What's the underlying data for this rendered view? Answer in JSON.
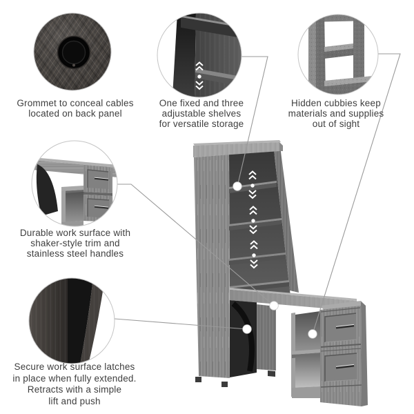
{
  "title": "Desk and bookcase feature callout diagram",
  "palette": {
    "background": "#ffffff",
    "text": "#3e3e3e",
    "leader_line": "#9a9a9a",
    "callout_dot": "#ffffff",
    "circle_border": "#c4c4c4",
    "wood_light": "#a6a6a6",
    "wood_mid": "#8a8a8a",
    "wood_dark": "#757575",
    "interior_dark": "#3b3b3b",
    "grommet_black": "#0b0b0b"
  },
  "icons": {
    "adjustable_shelf_indicator": "chevrons-up-dot-chevrons-down",
    "grommet": "black-circle"
  },
  "callouts": [
    {
      "id": "grommet",
      "caption": "Grommet to conceal cables\nlocated on back panel"
    },
    {
      "id": "shelves",
      "caption": "One fixed and three\nadjustable shelves\nfor versatile storage"
    },
    {
      "id": "cubbies",
      "caption": "Hidden cubbies keep\nmaterials and supplies\nout of sight"
    },
    {
      "id": "work_surface",
      "caption": "Durable work surface with\nshaker-style trim and\nstainless steel handles"
    },
    {
      "id": "latch",
      "caption": "Secure work surface latches\nin place when fully extended.\nRetracts with a simple\nlift and push"
    }
  ]
}
